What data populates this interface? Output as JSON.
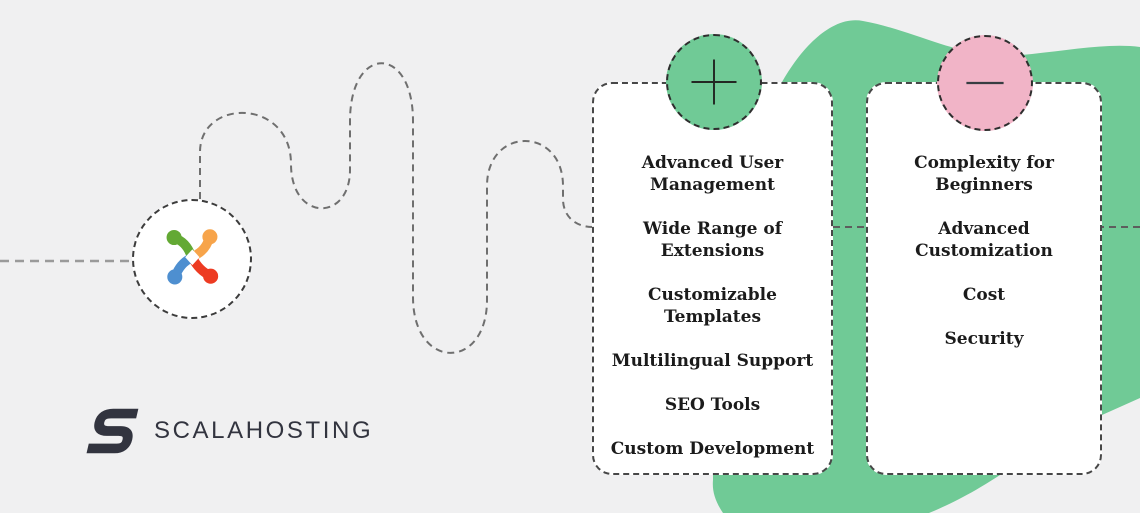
{
  "brand": {
    "wordmark": "SCALAHOSTING",
    "icon": "scalahosting-s-icon",
    "ink_color": "#32343f"
  },
  "platform": {
    "icon": "joomla-logo",
    "alt": "Joomla",
    "logo_colors": {
      "green": "#63a934",
      "orange": "#f7a44a",
      "red": "#ed3b22",
      "blue": "#4e8fd0"
    }
  },
  "decoration": {
    "blob_color": "#70ca96",
    "route_style": "dashed",
    "route_color": "#777777"
  },
  "pros_card": {
    "badge_icon": "plus-icon",
    "badge_color": "#70ca96",
    "items": [
      "Advanced User Management",
      "Wide Range of Extensions",
      "Customizable Templates",
      "Multilingual Support",
      "SEO Tools",
      "Custom Development"
    ]
  },
  "cons_card": {
    "badge_icon": "minus-icon",
    "badge_color": "#f1b4c7",
    "items": [
      "Complexity for Beginners",
      "Advanced Customization",
      "Cost",
      "Security"
    ]
  }
}
